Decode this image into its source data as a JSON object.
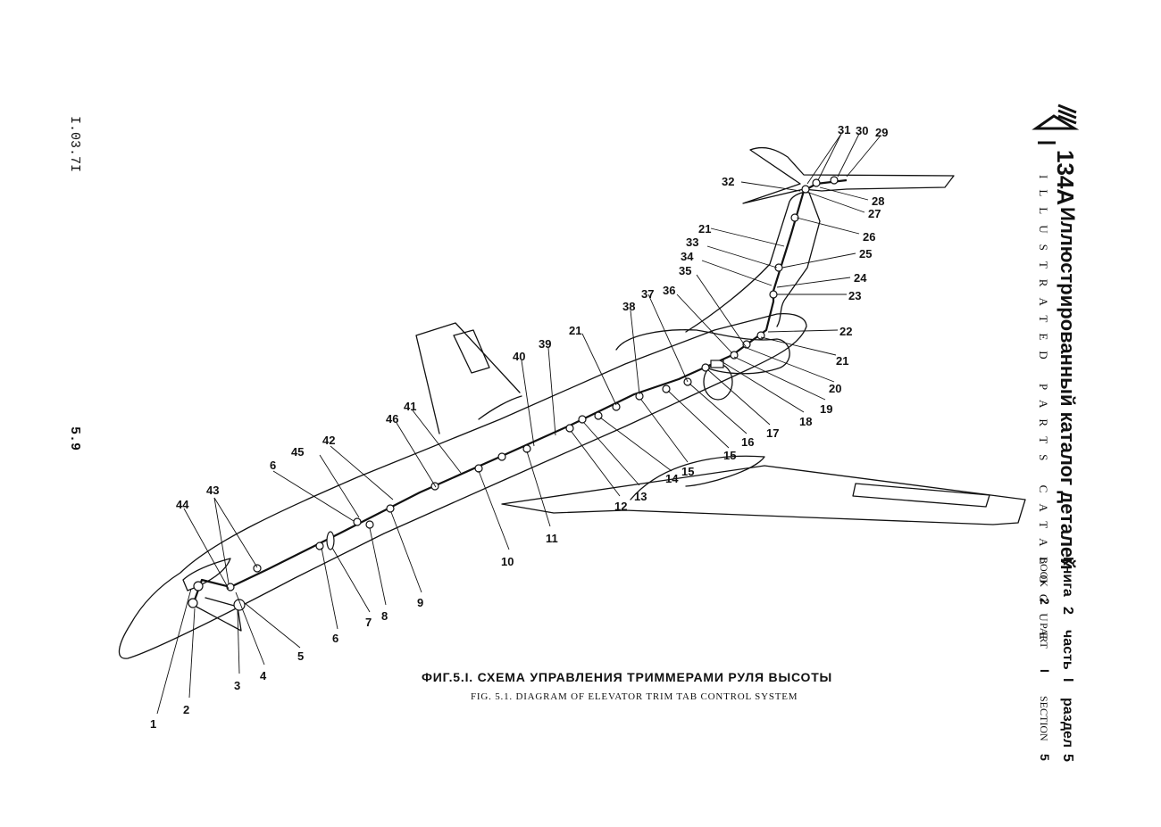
{
  "header": {
    "model": "134A",
    "title_ru": "Иллюстрированный каталог деталей",
    "title_en": "ILLUSTRATED PARTS CATALOGUE",
    "book_ru": "Книга",
    "book_no": "2",
    "part_ru": "часть",
    "part_no": "I",
    "section_ru": "раздел",
    "section_no": "5",
    "book_en": "BOOK",
    "part_en": "PART",
    "section_en": "SECTION"
  },
  "page": {
    "date_code": "I.03.7I",
    "page_number": "5.9"
  },
  "figure": {
    "caption_ru": "ФИГ.5.I. СХЕМА УПРАВЛЕНИЯ ТРИММЕРАМИ РУЛЯ ВЫСОТЫ",
    "caption_en": "FIG. 5.1. DIAGRAM OF ELEVATOR TRIM TAB CONTROL SYSTEM"
  },
  "callouts": [
    "1",
    "2",
    "3",
    "4",
    "5",
    "6",
    "6",
    "7",
    "8",
    "9",
    "10",
    "11",
    "12",
    "13",
    "14",
    "15",
    "15",
    "16",
    "17",
    "18",
    "19",
    "20",
    "21",
    "21",
    "21",
    "22",
    "23",
    "24",
    "25",
    "26",
    "27",
    "28",
    "29",
    "30",
    "31",
    "32",
    "33",
    "34",
    "35",
    "36",
    "37",
    "38",
    "39",
    "40",
    "41",
    "42",
    "43",
    "44",
    "45",
    "46"
  ]
}
